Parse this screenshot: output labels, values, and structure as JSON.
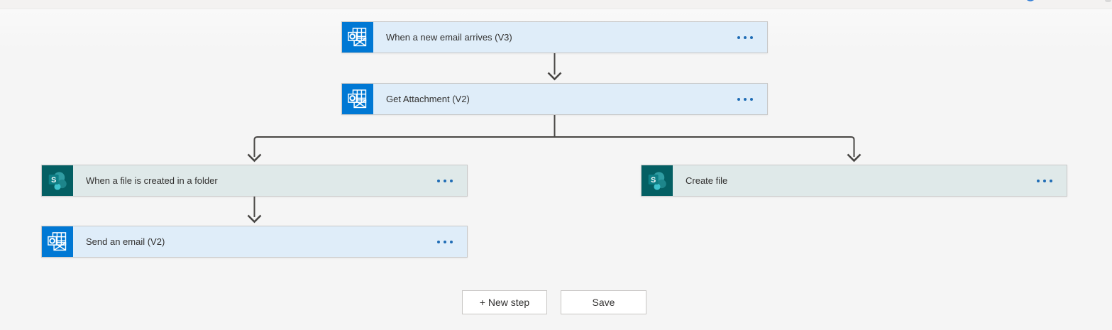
{
  "header": {
    "fragments": {
      "blue_glyph": "cut-off-toolbar-icon",
      "gray_glyph": "cut-off-toolbar-icon"
    }
  },
  "flow": {
    "steps": [
      {
        "id": "when-a-new-email-arrives",
        "label": "When a new email arrives (V3)",
        "icon": "outlook-icon"
      },
      {
        "id": "get-attachment",
        "label": "Get Attachment (V2)",
        "icon": "outlook-icon"
      },
      {
        "id": "when-a-file-is-created",
        "label": "When a file is created in a folder",
        "icon": "sharepoint-icon"
      },
      {
        "id": "create-file",
        "label": "Create file",
        "icon": "sharepoint-icon"
      },
      {
        "id": "send-an-email",
        "label": "Send an email (V2)",
        "icon": "outlook-icon"
      }
    ]
  },
  "footer": {
    "new_step_label": "+ New step",
    "save_label": "Save"
  },
  "icons": {
    "more_options": "ellipsis-horizontal",
    "outlook": "outlook-logo",
    "sharepoint": "sharepoint-logo",
    "sharepoint_letter": "S",
    "connector_arrow": "arrow-down"
  },
  "colors": {
    "outlook_blue": "#0078D4",
    "outlook_card_bg": "#DFEDF9",
    "sharepoint_teal": "#045F63",
    "sharepoint_card_bg": "#DFE9E9",
    "connector_line": "#484644",
    "ellipsis_blue": "#1F6CB5",
    "canvas_bg": "#F5F5F5"
  }
}
